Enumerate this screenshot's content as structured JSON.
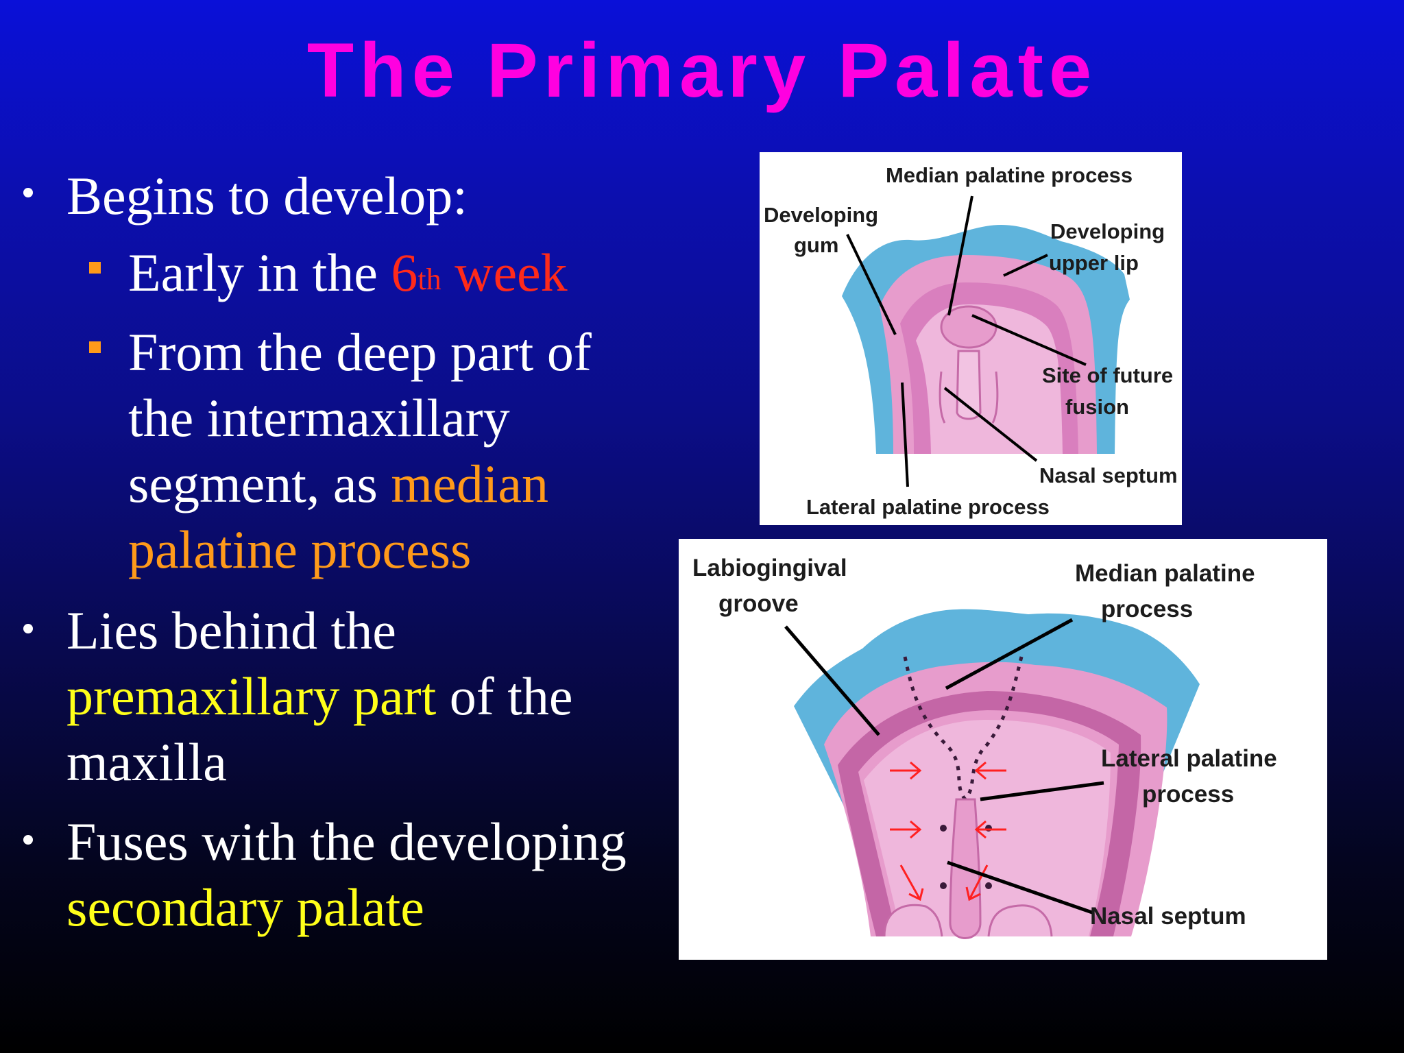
{
  "slide": {
    "title": "The Primary Palate",
    "bullets": {
      "b1": "Begins to develop:",
      "s1": {
        "pre": "Early in the ",
        "num": "6",
        "sup": "th",
        "post": " week"
      },
      "s2": {
        "l1": "From the deep part of",
        "l2": "the intermaxillary",
        "l3a": "segment, as ",
        "l3b": "median",
        "l4": "palatine process"
      },
      "b2": {
        "l1": "Lies behind the",
        "l2a": "premaxillary part",
        "l2b": " of the",
        "l3": "maxilla"
      },
      "b3": {
        "l1": "Fuses with the developing",
        "l2": "secondary palate"
      }
    }
  },
  "diagram1": {
    "labels": {
      "median": "Median palatine process",
      "gum1": "Developing",
      "gum2": "gum",
      "lip1": "Developing",
      "lip2": "upper lip",
      "site1": "Site of future",
      "site2": "fusion",
      "septum": "Nasal septum",
      "lateral": "Lateral palatine process"
    }
  },
  "diagram2": {
    "labels": {
      "labio1": "Labiogingival",
      "labio2": "groove",
      "median1": "Median palatine",
      "median2": "process",
      "lateral1": "Lateral palatine",
      "lateral2": "process",
      "septum": "Nasal septum"
    }
  },
  "colors": {
    "title": "#ff00e0",
    "highlight_red": "#ff2a1a",
    "highlight_orange": "#ff9a1a",
    "highlight_yellow": "#ffff1a",
    "tissue_blue": "#5fb4dc",
    "tissue_pink": "#e79ccc"
  }
}
